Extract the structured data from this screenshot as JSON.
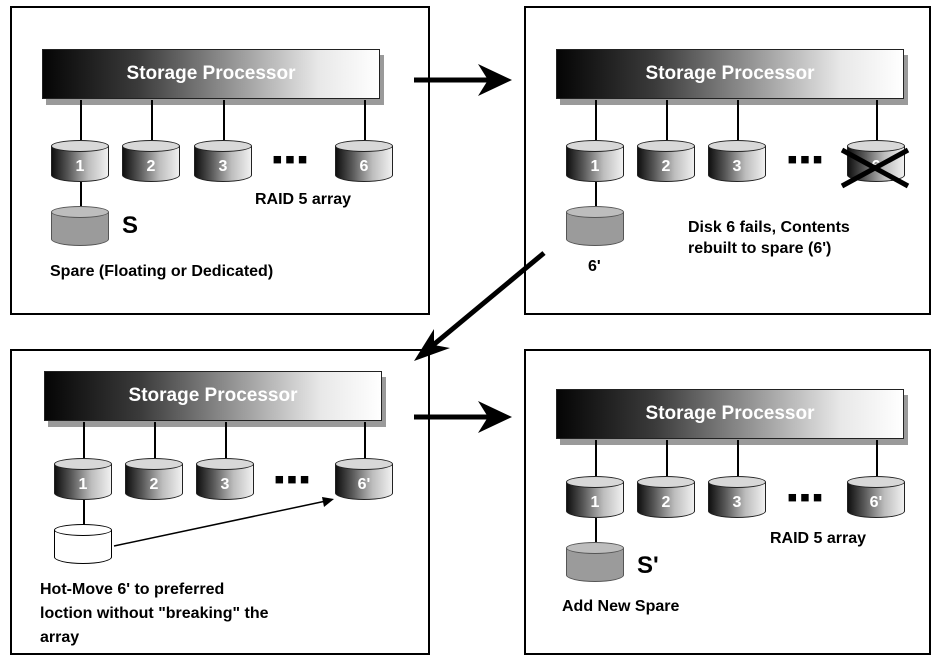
{
  "panels": {
    "p1": {
      "processor_label": "Storage Processor",
      "disk_labels": [
        "1",
        "2",
        "3",
        "6"
      ],
      "ellipsis": "▪▪▪",
      "array_label": "RAID 5 array",
      "spare_letter": "S",
      "spare_caption": "Spare (Floating or Dedicated)"
    },
    "p2": {
      "processor_label": "Storage Processor",
      "disk_labels": [
        "1",
        "2",
        "3",
        "6"
      ],
      "ellipsis": "▪▪▪",
      "spare_label": "6'",
      "caption_lines": [
        "Disk 6 fails, Contents",
        "rebuilt to spare (6')"
      ]
    },
    "p3": {
      "processor_label": "Storage Processor",
      "disk_labels": [
        "1",
        "2",
        "3",
        "6'"
      ],
      "ellipsis": "▪▪▪",
      "caption_lines": [
        "Hot-Move 6' to preferred",
        "loction without \"breaking\" the",
        "array"
      ]
    },
    "p4": {
      "processor_label": "Storage Processor",
      "disk_labels": [
        "1",
        "2",
        "3",
        "6'"
      ],
      "ellipsis": "▪▪▪",
      "array_label": "RAID 5 array",
      "spare_letter": "S'",
      "spare_caption": "Add New Spare"
    }
  }
}
